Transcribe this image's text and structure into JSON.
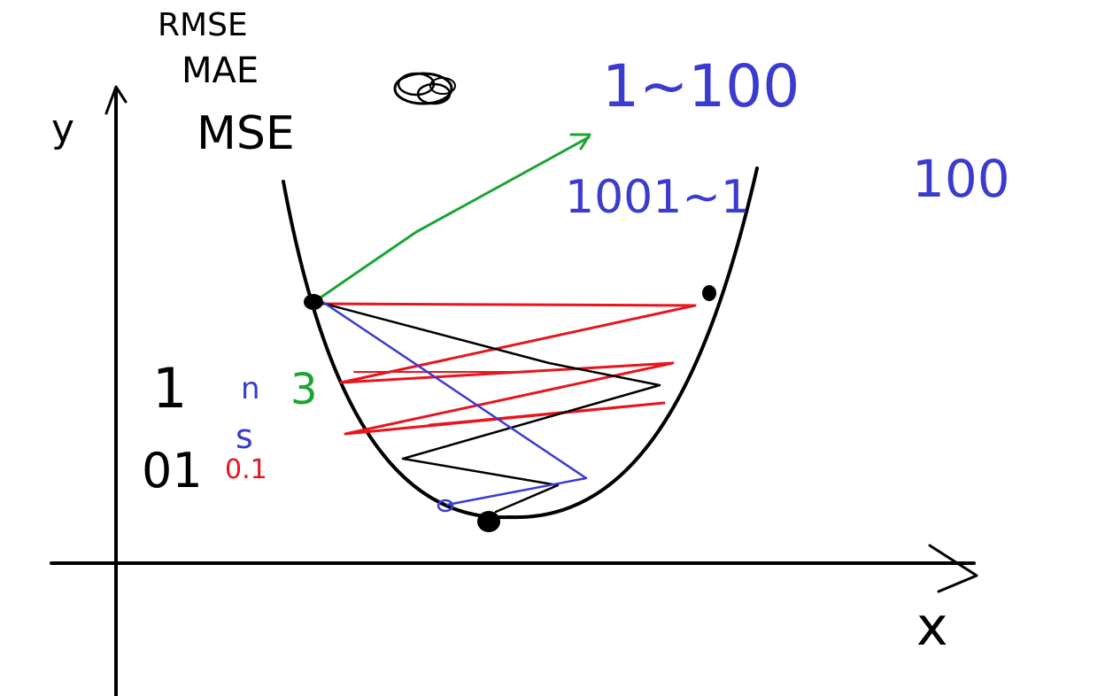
{
  "axes": {
    "y_label": "y",
    "x_label": "x"
  },
  "notes": {
    "top_left": [
      "RMSE",
      "MAE",
      "MSE"
    ],
    "top_right_line1": "1~100",
    "top_right_line2": "1001~1",
    "top_right_line3": "100",
    "left_numbers": {
      "one": "1",
      "n": "n",
      "three": "3",
      "s": "s",
      "zero_one": "01",
      "red_zero_one": "0.1"
    }
  },
  "colors": {
    "curve": "#000000",
    "axis": "#000000",
    "red_path": "#e8141e",
    "blue": "#3b3bd0",
    "green": "#1aa531",
    "black_path": "#000000"
  }
}
